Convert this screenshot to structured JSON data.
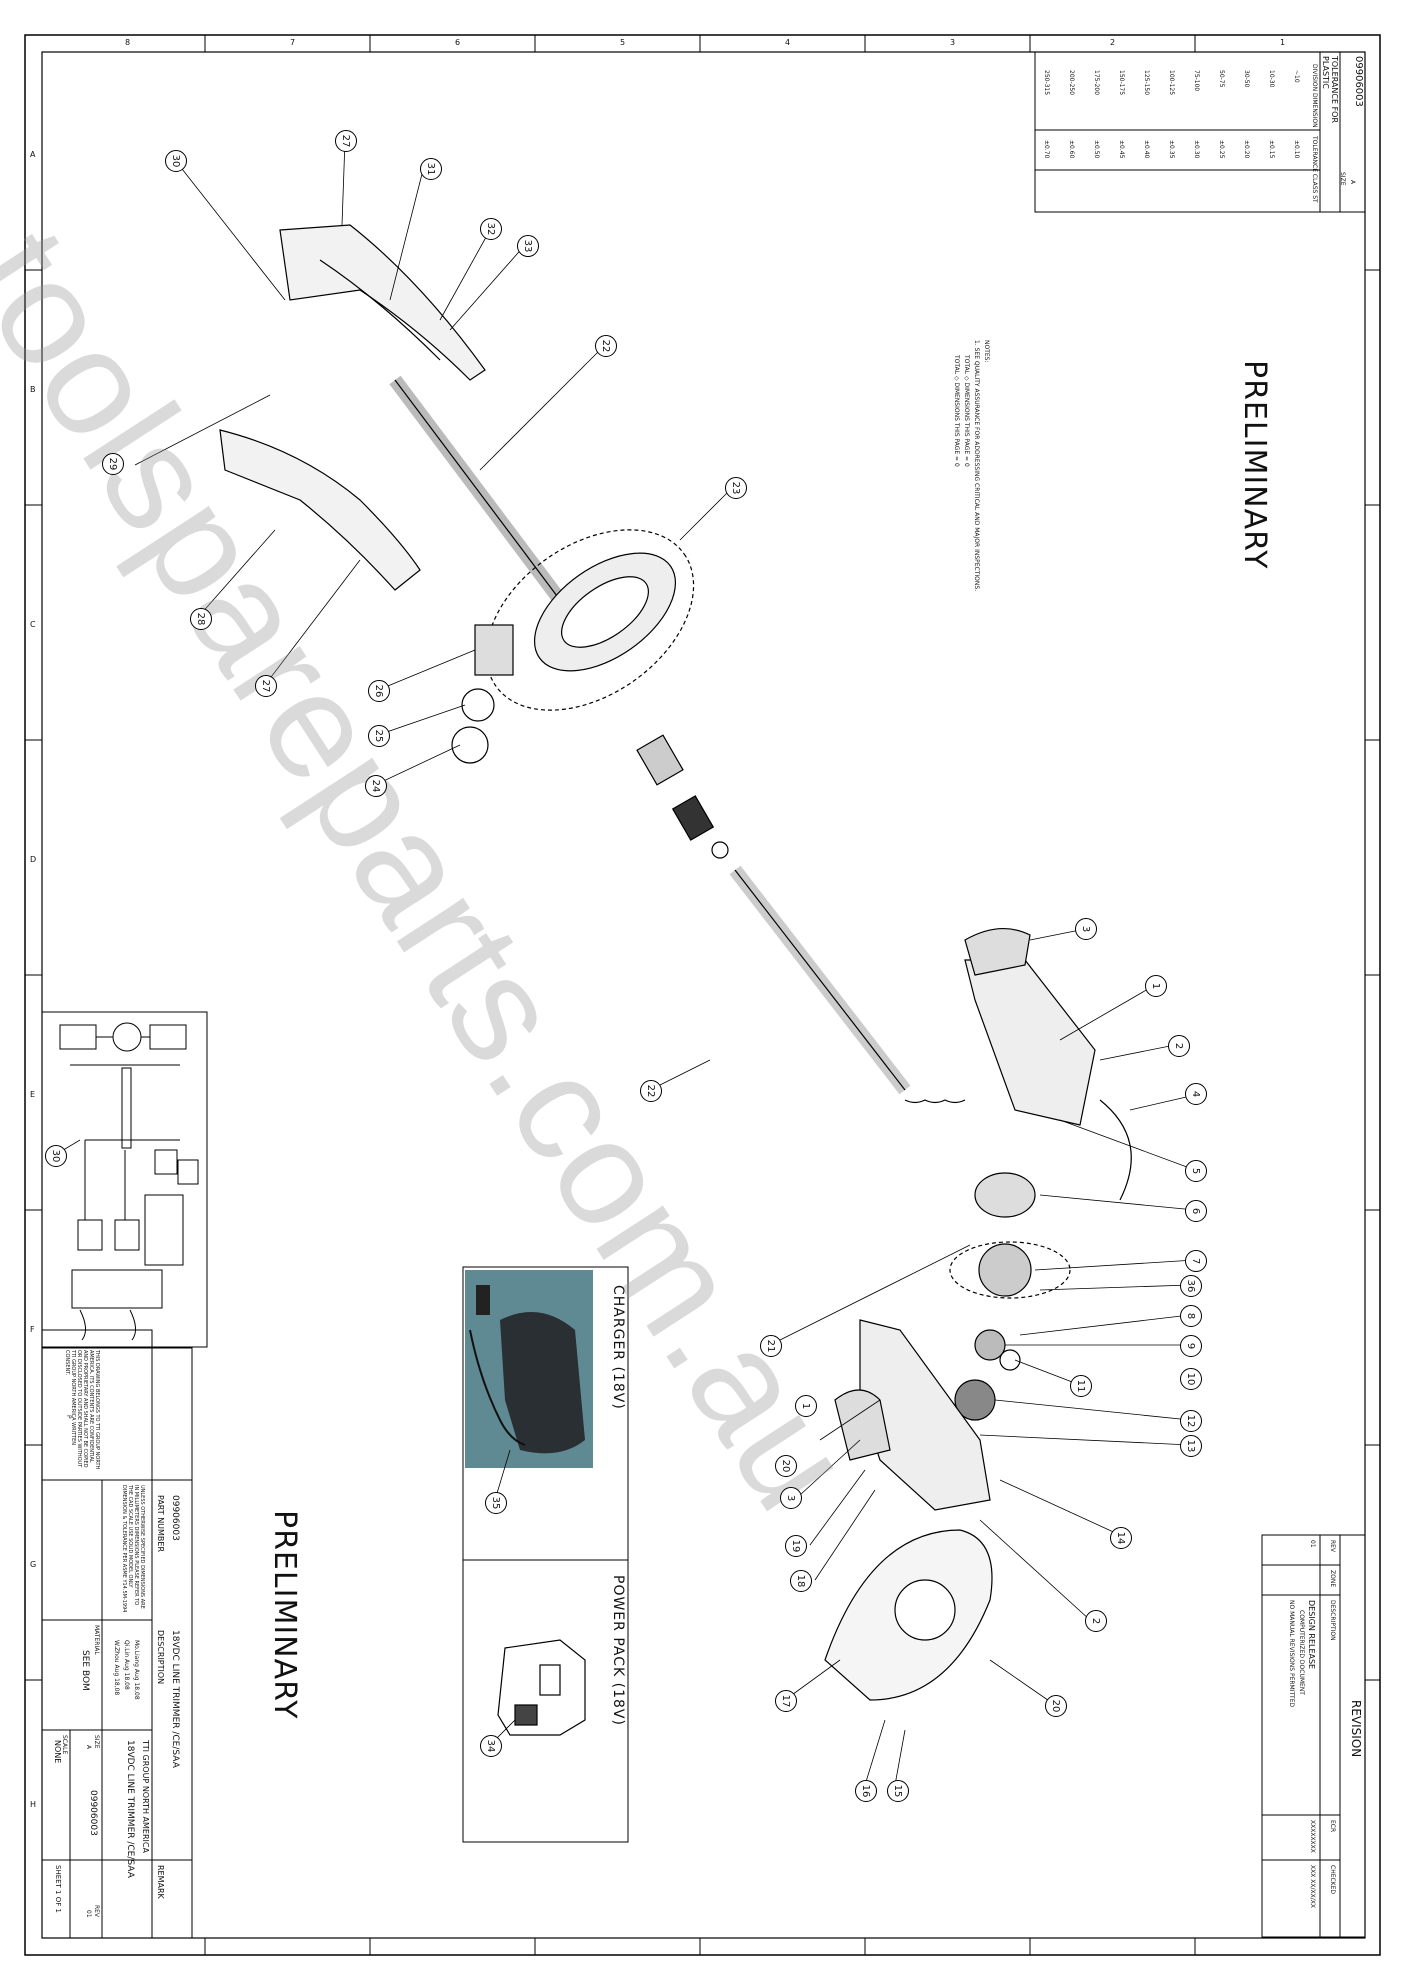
{
  "tolerance_table": {
    "drawing_no": "09906003",
    "title_line1": "TOLERANCE FOR",
    "title_line2": "PLASTIC",
    "size_label": "SIZE",
    "size_value": "A",
    "col_dimension": "DIVISION DIMENSION",
    "col_tolerance": "TOLERANCE CLASS ST",
    "rows": [
      [
        "~10",
        "±0.10"
      ],
      [
        "10-30",
        "±0.15"
      ],
      [
        "30-50",
        "±0.20"
      ],
      [
        "50-75",
        "±0.25"
      ],
      [
        "75-100",
        "±0.30"
      ],
      [
        "100-125",
        "±0.35"
      ],
      [
        "125-150",
        "±0.40"
      ],
      [
        "150-175",
        "±0.45"
      ],
      [
        "175-200",
        "±0.50"
      ],
      [
        "200-250",
        "±0.60"
      ],
      [
        "250-315",
        "±0.70"
      ]
    ]
  },
  "banner": {
    "top": "PRELIMINARY",
    "bottom": "PRELIMINARY"
  },
  "notes": {
    "title": "NOTES:",
    "line1": "1. SEE QUALITY ASSURANCE FOR ADDRESSING CRITICAL AND MAJOR INSPECTIONS.",
    "line2": "TOTAL ◇ DIMENSIONS THIS PAGE = 0",
    "line3": "TOTAL ◇ DIMENSIONS THIS PAGE = 0"
  },
  "revision": {
    "title": "REVISION",
    "headers": [
      "REV",
      "ZONE",
      "DESCRIPTION",
      "ECR",
      "CHECKED"
    ],
    "row": [
      "01",
      "",
      "DESIGN RELEASE",
      "XXXXXXXX",
      "XXX XX/XX/XX"
    ],
    "note1": "COMPUTERIZED DOCUMENT",
    "note2": "NO MANUAL REVISIONS PERMITTED"
  },
  "charger_box": {
    "label": "CHARGER (18V)",
    "callout": "35"
  },
  "power_pack_box": {
    "label": "POWER PACK (18V)",
    "callout": "34"
  },
  "title_block": {
    "part_number_label": "PART NUMBER",
    "part_number": "09906003",
    "description_label": "DESCRIPTION",
    "description": "18VDC LINE TRIMMER /CE/SAA",
    "remark_label": "REMARK",
    "units_note": "UNLESS OTHERWISE SPECIFIED DIMENSIONS ARE IN MILLIMETERS DIMENSIONS PLEASE REFER TO THE CAD SCALE USE SOLID MODEL ONLY DIMENSION & TOLERANCE PER ASME Y14.5M-1994",
    "material_label": "MATERIAL",
    "material": "SEE BOM",
    "drawn_by": "Mo.Liang Aug 18,08",
    "approved_by": "Qi.Lin Aug 18,08",
    "approved2_by": "W.Zhou Aug 18,08",
    "company": "TTI GROUP NORTH AMERICA",
    "title": "18VDC LINE TRIMMER /CE/SAA",
    "size_label": "SIZE",
    "size": "A",
    "scale_label": "SCALE",
    "scale": "NONE",
    "dwg_no": "09906003",
    "sheet": "SHEET 1 OF 1",
    "rev_label": "REV",
    "rev": "01",
    "confidential": "THIS DRAWING BELONGS TO TTI GROUP NORTH AMERICA. ITS CONTENTS ARE CONFIDENTIAL AND PROPRIETARY AND SHALL NOT BE COPIED OR DISCLOSED TO OUTSIDE PARTIES WITHOUT TTI GROUP NORTH AMERICA WRITTEN CONSENT.",
    "proj_label": "P"
  },
  "schematic": {
    "callout": "30"
  },
  "watermark": "toolspareparts.com.au",
  "border_zones": {
    "numbers": [
      "8",
      "7",
      "6",
      "5",
      "4",
      "3",
      "2",
      "1"
    ],
    "letters": [
      "A",
      "B",
      "C",
      "D",
      "E",
      "F",
      "G",
      "H"
    ]
  },
  "callouts": [
    "1",
    "2",
    "3",
    "4",
    "5",
    "6",
    "7",
    "8",
    "9",
    "10",
    "11",
    "12",
    "13",
    "14",
    "15",
    "16",
    "17",
    "18",
    "19",
    "20",
    "21",
    "22",
    "23",
    "24",
    "25",
    "26",
    "27",
    "28",
    "29",
    "30",
    "31",
    "32",
    "33",
    "34",
    "35",
    "36"
  ]
}
